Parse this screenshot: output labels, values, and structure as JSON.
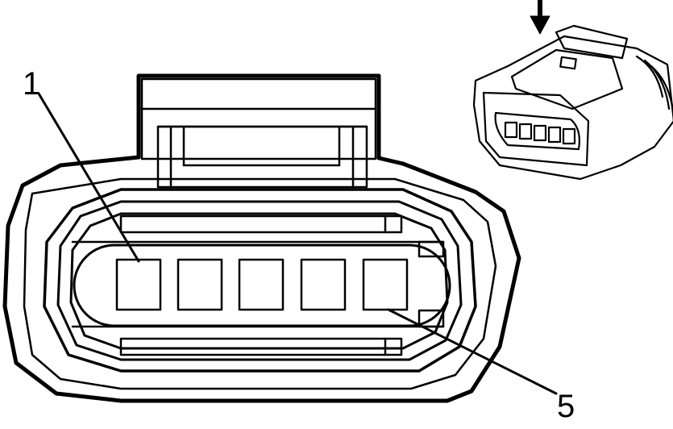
{
  "diagram": {
    "pin_labels": {
      "first": "1",
      "last": "5"
    },
    "terminal_count": 5,
    "icons": {
      "main": "connector-face-icon",
      "inset": "connector-inset-icon",
      "arrow": "arrow-down-icon"
    },
    "colors": {
      "ink": "#000000",
      "background": "#ffffff"
    }
  }
}
